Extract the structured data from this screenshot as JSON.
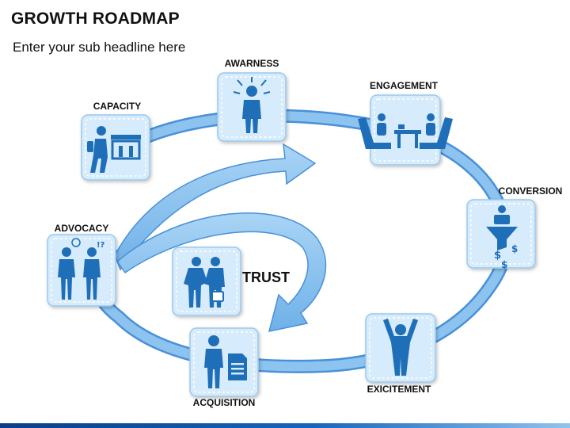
{
  "header": {
    "title": "GROWTH ROADMAP",
    "subtitle": "Enter your sub headline here"
  },
  "stages": [
    {
      "id": "capacity",
      "label": "CAPACITY",
      "icon": "person-walking-to-building-icon"
    },
    {
      "id": "awarness",
      "label": "AWARNESS",
      "icon": "person-radiating-arrows-icon"
    },
    {
      "id": "engagement",
      "label": "ENGAGEMENT",
      "icon": "people-meeting-at-table-icon"
    },
    {
      "id": "conversion",
      "label": "CONVERSION",
      "icon": "person-laptop-funnel-dollar-icon"
    },
    {
      "id": "excitement",
      "label": "EXICITEMENT",
      "icon": "person-arms-raised-icon"
    },
    {
      "id": "acquisition",
      "label": "ACQUISITION",
      "icon": "person-with-document-icon"
    },
    {
      "id": "advocacy",
      "label": "ADVOCACY",
      "icon": "two-people-talking-icon"
    }
  ],
  "center": {
    "label": "TRUST",
    "icon": "handshake-icon"
  },
  "colors": {
    "arrow": "#8cc3ef",
    "arrow_dark": "#4a90d9",
    "tile_fill": "#d6ebfb",
    "icon": "#1f6fb8",
    "footer": "#0a3e8c"
  }
}
